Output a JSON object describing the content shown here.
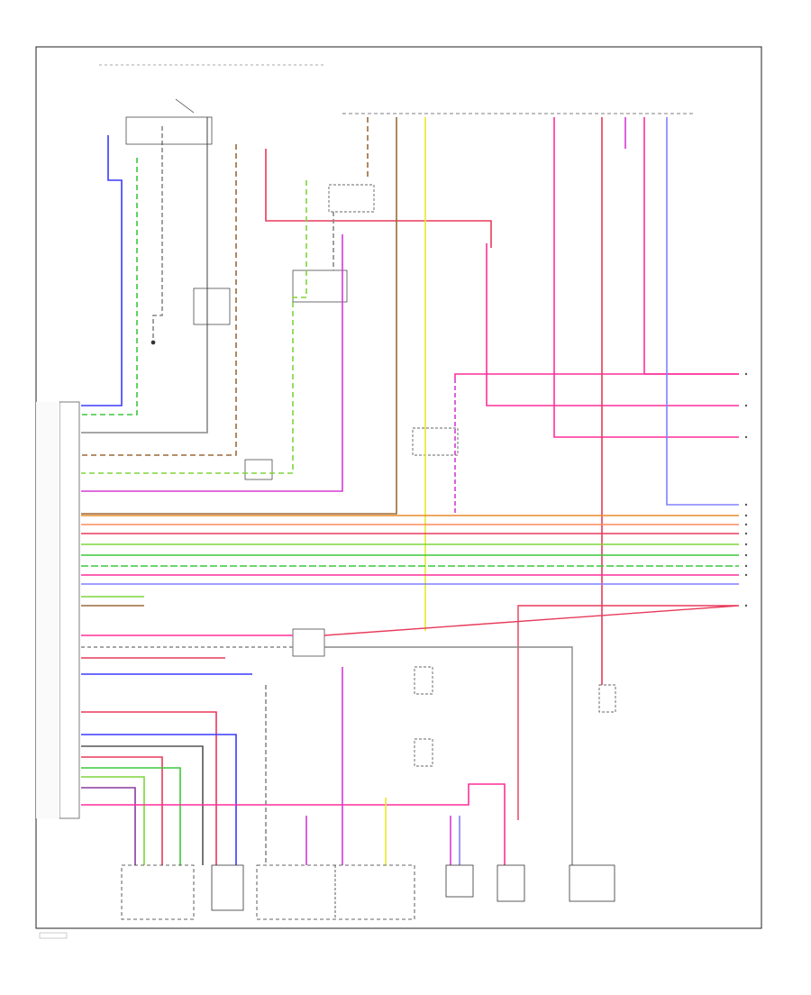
{
  "diagram": {
    "wire_colors": {
      "blue": "#3a3aff",
      "green": "#3cc83c",
      "lightgreen": "#7dd63b",
      "red": "#e83a5a",
      "pink": "#ff2f9a",
      "magenta": "#d63ad6",
      "purple": "#8a3aa0",
      "orange": "#e88a2a",
      "brown": "#9a6a3a",
      "yellow": "#e8e82a",
      "gray": "#888888",
      "violet": "#8080ff",
      "black": "#222222"
    },
    "right_edge_markers": [
      "1",
      "2",
      "3",
      "4",
      "5",
      "6",
      "7",
      "8",
      "9",
      "10",
      "11",
      "12"
    ],
    "labels": {
      "bottom_left_code": "",
      "module_left": "",
      "fuse_labels": [],
      "components": []
    }
  }
}
